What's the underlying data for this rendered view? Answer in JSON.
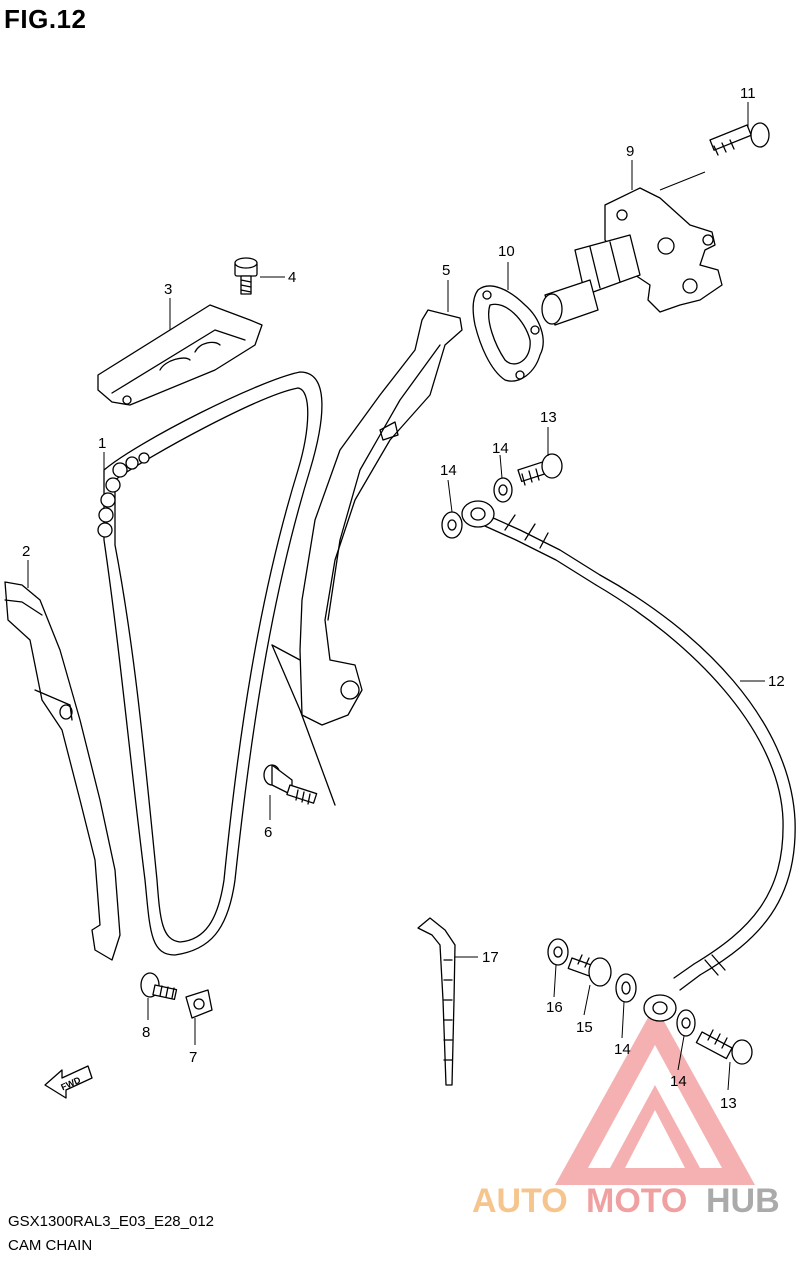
{
  "figure": {
    "title": "FIG.12"
  },
  "footer": {
    "model_code": "GSX1300RAL3_E03_E28_012",
    "section_name": "CAM CHAIN"
  },
  "watermark": {
    "brand_part1": "AUTO",
    "brand_part2": "MOTO",
    "brand_part3": "HUB",
    "color_orange": "#f6c58e",
    "color_red": "#f0a0a0",
    "color_gray": "#aaaaaa"
  },
  "fwd_arrow": {
    "label": "FWD"
  },
  "callouts": {
    "c1": "1",
    "c2": "2",
    "c3": "3",
    "c4": "4",
    "c5": "5",
    "c6": "6",
    "c7": "7",
    "c8": "8",
    "c9": "9",
    "c10": "10",
    "c11": "11",
    "c12": "12",
    "c13a": "13",
    "c13b": "13",
    "c14a": "14",
    "c14b": "14",
    "c14c": "14",
    "c14d": "14",
    "c15": "15",
    "c16": "16",
    "c17": "17"
  }
}
